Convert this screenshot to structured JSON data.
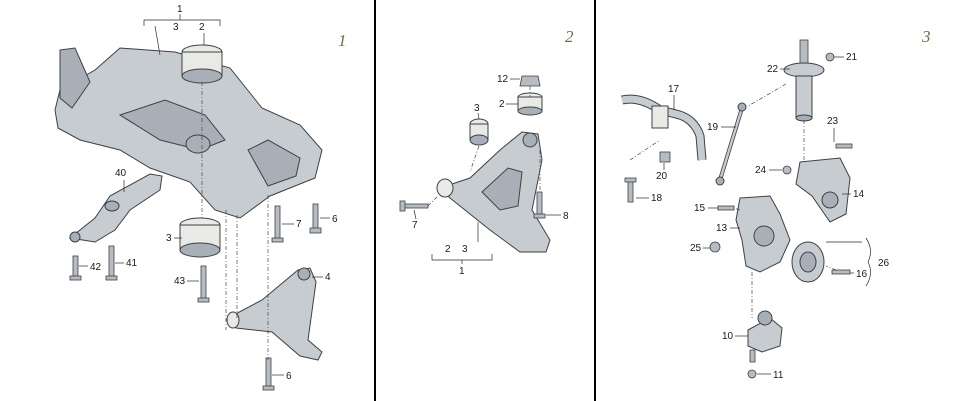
{
  "panels": [
    {
      "number": "1"
    },
    {
      "number": "2"
    },
    {
      "number": "3"
    }
  ],
  "callouts": {
    "p1": [
      "1",
      "2",
      "3",
      "40",
      "7",
      "6",
      "3",
      "42",
      "41",
      "43",
      "4",
      "6"
    ],
    "p2": [
      "12",
      "2",
      "3",
      "7",
      "8",
      "2",
      "3",
      "1"
    ],
    "p3": [
      "21",
      "22",
      "17",
      "23",
      "19",
      "24",
      "20",
      "14",
      "18",
      "15",
      "13",
      "25",
      "26",
      "16",
      "10",
      "11"
    ]
  },
  "colors": {
    "panel_number": "#7a6a47",
    "part_fill": "#c7ccd1",
    "divider": "#000000"
  }
}
